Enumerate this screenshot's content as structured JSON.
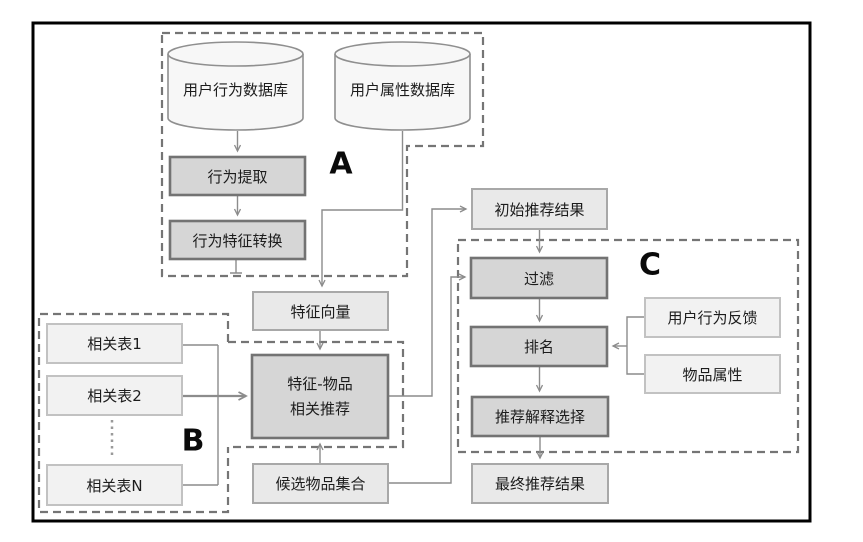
{
  "diagram": {
    "title": "recommendation-system-flow",
    "regions": {
      "a": "A",
      "b": "B",
      "c": "C"
    },
    "nodes": {
      "user_behavior_db": "用户行为数据库",
      "user_attribute_db": "用户属性数据库",
      "behavior_extraction": "行为提取",
      "behavior_feature_transform": "行为特征转换",
      "feature_vector": "特征向量",
      "initial_recommendation": "初始推荐结果",
      "related_table_1": "相关表1",
      "related_table_2": "相关表2",
      "related_table_n": "相关表N",
      "feature_item_rec_line1": "特征-物品",
      "feature_item_rec_line2": "相关推荐",
      "candidate_item_set": "候选物品集合",
      "filter": "过滤",
      "ranking": "排名",
      "user_behavior_feedback": "用户行为反馈",
      "item_attributes": "物品属性",
      "explanation_selection": "推荐解释选择",
      "final_recommendation": "最终推荐结果"
    },
    "colors": {
      "outer_border": "#000000",
      "region_dash": "#757575",
      "connector": "#8c8c8c",
      "node_dark_fill": "#d6d6d6",
      "node_dark_border": "#737373",
      "node_mid_fill": "#e9e9e9",
      "node_mid_border": "#a8a8a8",
      "node_light_fill": "#f2f2f2",
      "node_light_border": "#c2c2c2",
      "cylinder_fill": "#f7f7f7",
      "cylinder_border": "#8f8f8f",
      "text": "#1c1c1c"
    }
  }
}
